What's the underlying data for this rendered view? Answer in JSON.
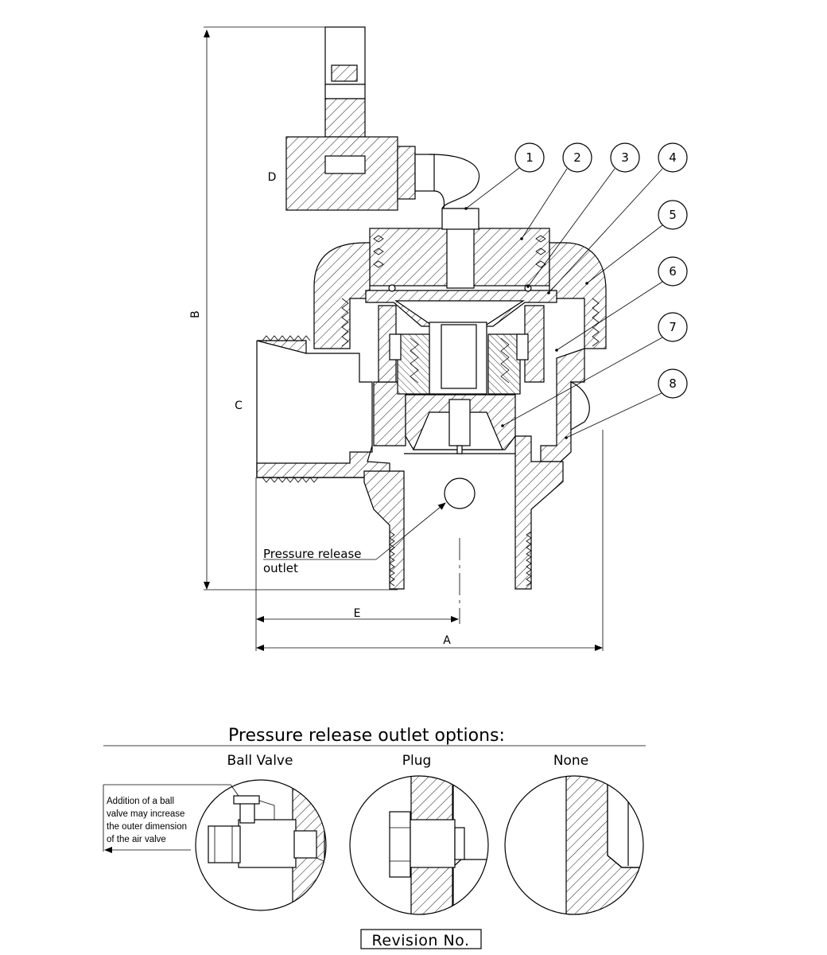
{
  "dimensions": {
    "A": "A",
    "B": "B",
    "C": "C",
    "D": "D",
    "E": "E"
  },
  "callouts": [
    "1",
    "2",
    "3",
    "4",
    "5",
    "6",
    "7",
    "8"
  ],
  "pressure_release_label": {
    "line1": "Pressure release",
    "line2": "outlet"
  },
  "options": {
    "heading": "Pressure release outlet options:",
    "items": [
      {
        "title": "Ball Valve"
      },
      {
        "title": "Plug"
      },
      {
        "title": "None"
      }
    ],
    "note_lines": [
      "Addition of a ball",
      "valve may increase",
      "the outer dimension",
      "of the air valve"
    ]
  },
  "revision_label": "Revision No."
}
